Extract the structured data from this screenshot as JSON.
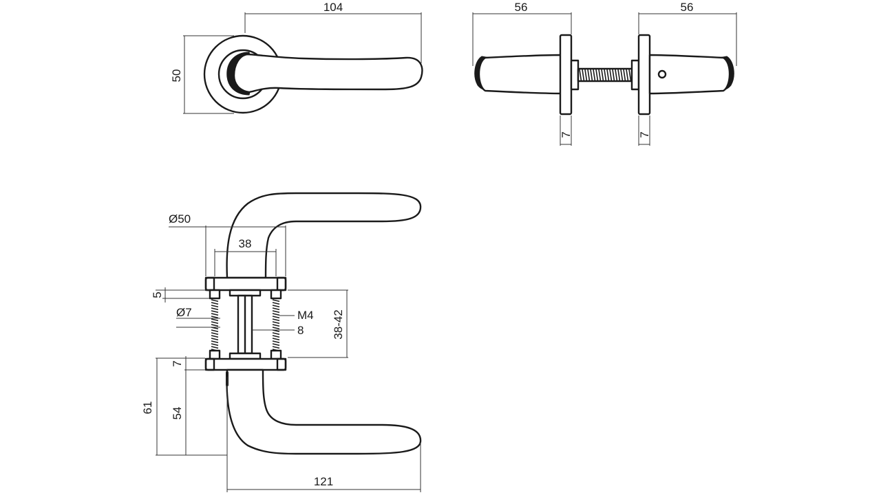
{
  "drawing": {
    "top_view": {
      "length": "104",
      "height": "50"
    },
    "side_view": {
      "left_width": "56",
      "right_width": "56",
      "left_rose": "7",
      "right_rose": "7"
    },
    "section_view": {
      "rose_diameter": "Ø50",
      "screw_spacing": "38",
      "rose_thickness": "5",
      "screw_diameter": "Ø7",
      "screw_thread": "M4",
      "spindle": "8",
      "door_thickness": "38-42",
      "rose_height": "7",
      "overall_height": "61",
      "lever_height": "54",
      "lever_length": "121"
    }
  }
}
